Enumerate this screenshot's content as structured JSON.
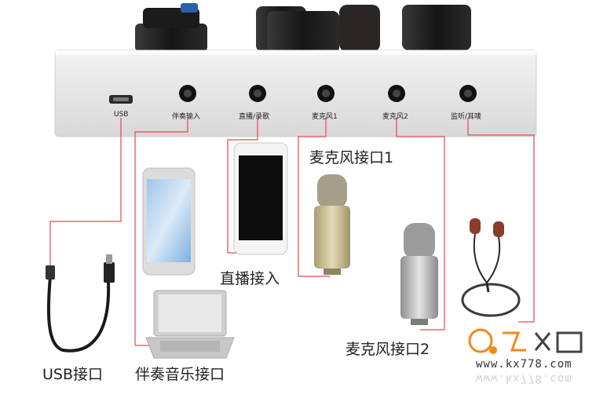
{
  "ports": [
    {
      "label": "USB"
    },
    {
      "label": "伴奏输入"
    },
    {
      "label": "直播/录歌"
    },
    {
      "label": "麦克风1"
    },
    {
      "label": "麦克风2"
    },
    {
      "label": "监听/耳唛"
    }
  ],
  "captions": {
    "usb": "USB接口",
    "accompaniment": "伴奏音乐接口",
    "live": "直播接入",
    "mic1": "麦克风接口1",
    "mic2": "麦克风接口2"
  },
  "watermark": {
    "url": "www.kx778.com",
    "url_reflection": "www.kx778.com"
  },
  "colors": {
    "wire": "#e8474c",
    "device_body": "#e4e4e4",
    "knob": "#1f1f1f",
    "phone_screen": "#c9dff3",
    "mic_gold": "#cbbf96",
    "mic_silver": "#bcbcbc",
    "watermark_orange": "#f08a1c"
  }
}
